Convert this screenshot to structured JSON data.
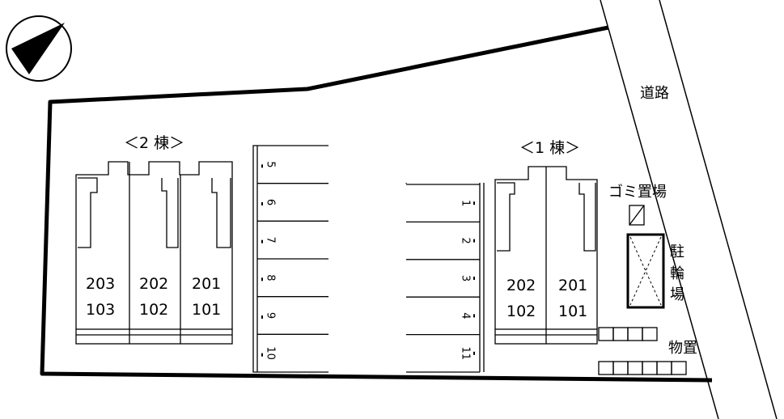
{
  "compass": {
    "icon": "north-arrow-icon"
  },
  "road": {
    "label": "道路"
  },
  "building2": {
    "label": "＜2 棟＞",
    "units": [
      {
        "upper": "203",
        "lower": "103"
      },
      {
        "upper": "202",
        "lower": "102"
      },
      {
        "upper": "201",
        "lower": "101"
      }
    ]
  },
  "building1": {
    "label": "＜1 棟＞",
    "units": [
      {
        "upper": "202",
        "lower": "102"
      },
      {
        "upper": "201",
        "lower": "101"
      }
    ]
  },
  "parking_left": {
    "spaces": [
      "5",
      "6",
      "7",
      "8",
      "9",
      "10"
    ]
  },
  "parking_right": {
    "spaces": [
      "1",
      "2",
      "3",
      "4",
      "11"
    ]
  },
  "garbage": {
    "label": "ゴミ置場"
  },
  "bicycle": {
    "label": "駐輪場",
    "chars": [
      "駐",
      "輪",
      "場"
    ]
  },
  "storage": {
    "label": "物置"
  }
}
